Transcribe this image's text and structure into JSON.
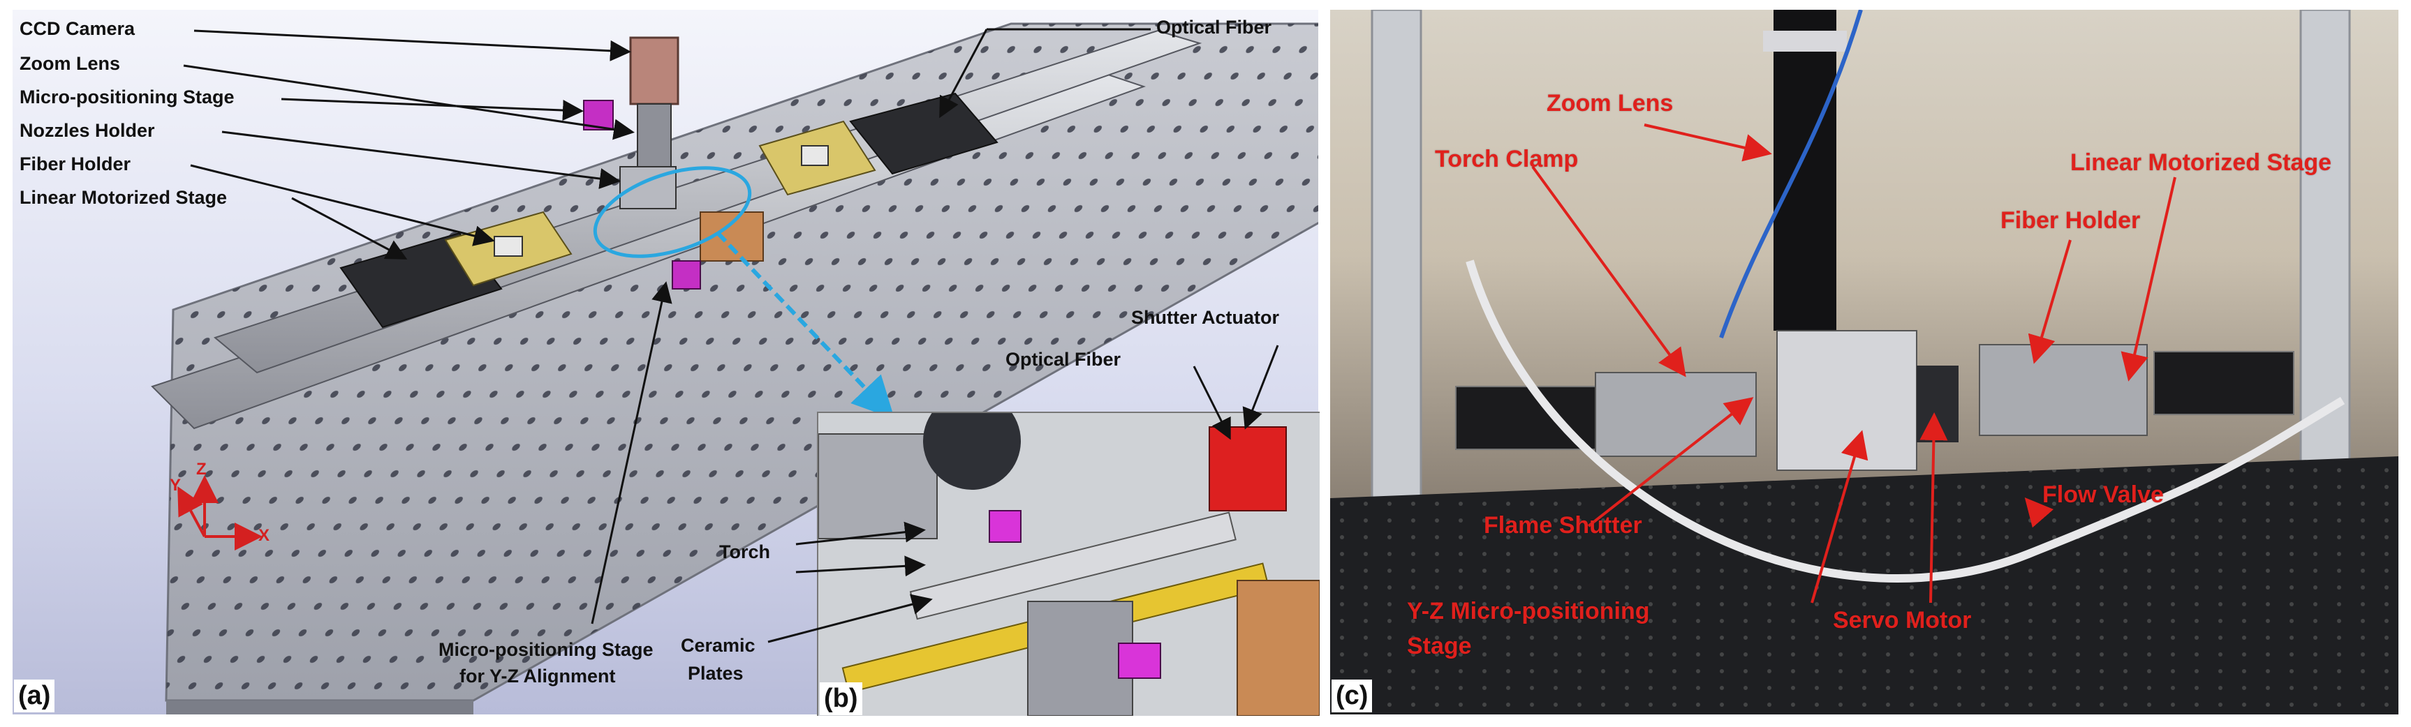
{
  "panel_a": {
    "letter": "(a)",
    "labels": {
      "ccd_camera": "CCD Camera",
      "zoom_lens": "Zoom Lens",
      "micro_positioning_stage": "Micro-positioning Stage",
      "nozzles_holder": "Nozzles Holder",
      "fiber_holder": "Fiber Holder",
      "linear_motorized_stage": "Linear Motorized Stage",
      "optical_fiber": "Optical Fiber",
      "yz_stage_line1": "Micro-positioning Stage",
      "yz_stage_line2": "for Y-Z Alignment"
    },
    "axes": {
      "x": "X",
      "y": "Y",
      "z": "Z"
    }
  },
  "panel_b": {
    "letter": "(b)",
    "labels": {
      "shutter_actuator": "Shutter Actuator",
      "optical_fiber": "Optical Fiber",
      "torch": "Torch",
      "ceramic_line1": "Ceramic",
      "ceramic_line2": "Plates"
    }
  },
  "panel_c": {
    "letter": "(c)",
    "labels": {
      "zoom_lens": "Zoom Lens",
      "torch_clamp": "Torch Clamp",
      "linear_motorized_stage": "Linear Motorized Stage",
      "fiber_holder": "Fiber Holder",
      "flame_shutter": "Flame Shutter",
      "flow_valve": "Flow Valve",
      "yz_line1": "Y-Z Micro-positioning",
      "yz_line2": "Stage",
      "servo_motor": "Servo Motor"
    }
  },
  "colors": {
    "label_dark": "#111111",
    "label_red": "#e0201c",
    "callout_blue": "#2aa7e0",
    "axis_red": "#d42020"
  }
}
